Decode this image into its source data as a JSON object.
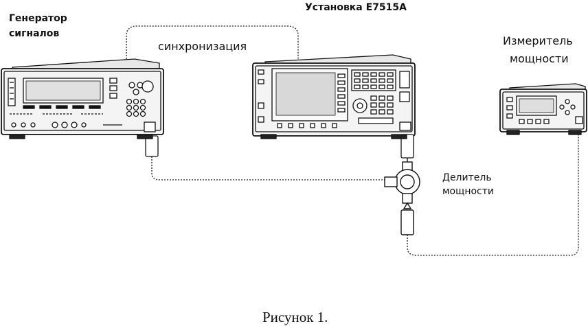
{
  "labels": {
    "generator_line1": "Генератор",
    "generator_line2": "сигналов",
    "setup": "Установка E7515A",
    "sync": "синхронизация",
    "meter_line1": "Измеритель",
    "meter_line2": "мощности",
    "divider_line1": "Делитель",
    "divider_line2": "мощности"
  },
  "caption": "Рисунок 1."
}
